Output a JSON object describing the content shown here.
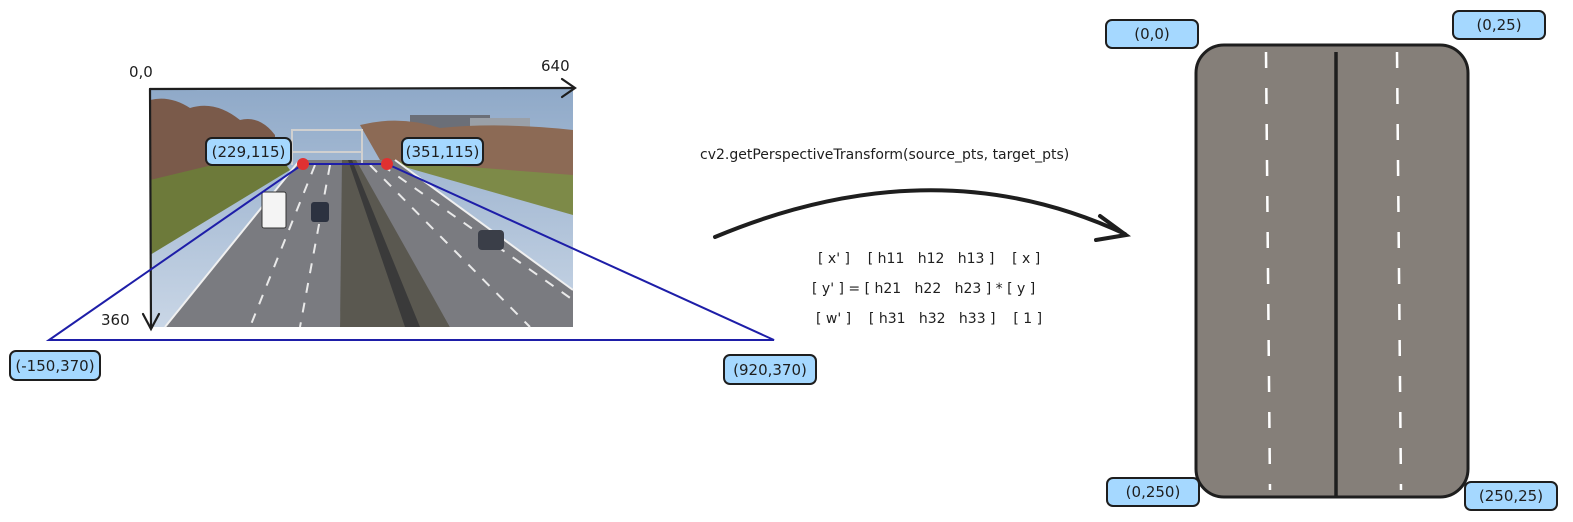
{
  "axes": {
    "origin_label": "0,0",
    "width_label": "640",
    "height_label": "360"
  },
  "source_points": {
    "top_left": "(229,115)",
    "top_right": "(351,115)",
    "bottom_left": "(-150,370)",
    "bottom_right": "(920,370)"
  },
  "transform": {
    "call": "cv2.getPerspectiveTransform(source_pts, target_pts)",
    "matrix_rows": [
      "[ x' ]    [ h11   h12   h13 ]    [ x ]",
      "[ y' ] = [ h21   h22   h23 ] * [ y ]",
      "[ w' ]    [ h31   h32   h33 ]    [ 1 ]"
    ]
  },
  "target_points": {
    "top_left": "(0,0)",
    "top_right": "(0,25)",
    "bottom_left": "(0,250)",
    "bottom_right": "(250,25)"
  },
  "colors": {
    "badge_fill": "#a5d8ff",
    "trapezoid_line": "#1e1ea8",
    "source_point": "#e03131",
    "road_fill": "#857f79",
    "stroke": "#1e1e1e"
  }
}
